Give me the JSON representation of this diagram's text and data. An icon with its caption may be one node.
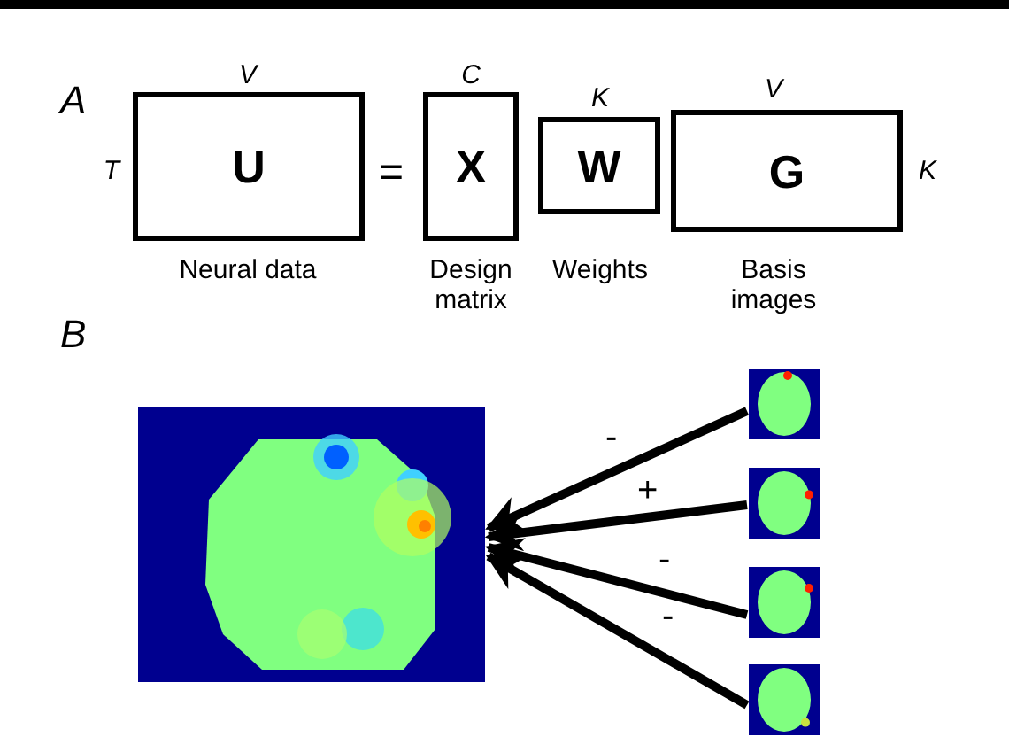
{
  "diagram": {
    "nodes": [
      {
        "text": [
          "U"
        ],
        "beside": [
          "V",
          "T",
          "Neural data"
        ]
      },
      {
        "text": [
          "X"
        ],
        "beside": [
          "C",
          "Design matrix"
        ]
      },
      {
        "text": [
          "W"
        ],
        "beside": [
          "K",
          "Weights"
        ]
      },
      {
        "text": [
          "G"
        ],
        "beside": [
          "V",
          "K",
          "Basis images"
        ]
      },
      {
        "text": [],
        "shape": "picture"
      },
      {
        "text": [],
        "shape": "picture"
      },
      {
        "text": [],
        "shape": "picture"
      },
      {
        "text": [],
        "shape": "picture"
      },
      {
        "text": [],
        "shape": "picture"
      }
    ],
    "edges": [
      {
        "from": 5,
        "to": 4,
        "arrow": "to",
        "label": "-"
      },
      {
        "from": 6,
        "to": 4,
        "arrow": "to",
        "label": "+"
      },
      {
        "from": 7,
        "to": 4,
        "arrow": "to",
        "label": "-"
      },
      {
        "from": 8,
        "to": 4,
        "arrow": "to",
        "label": "-"
      }
    ],
    "labels": [
      "A",
      "=",
      "B"
    ]
  }
}
